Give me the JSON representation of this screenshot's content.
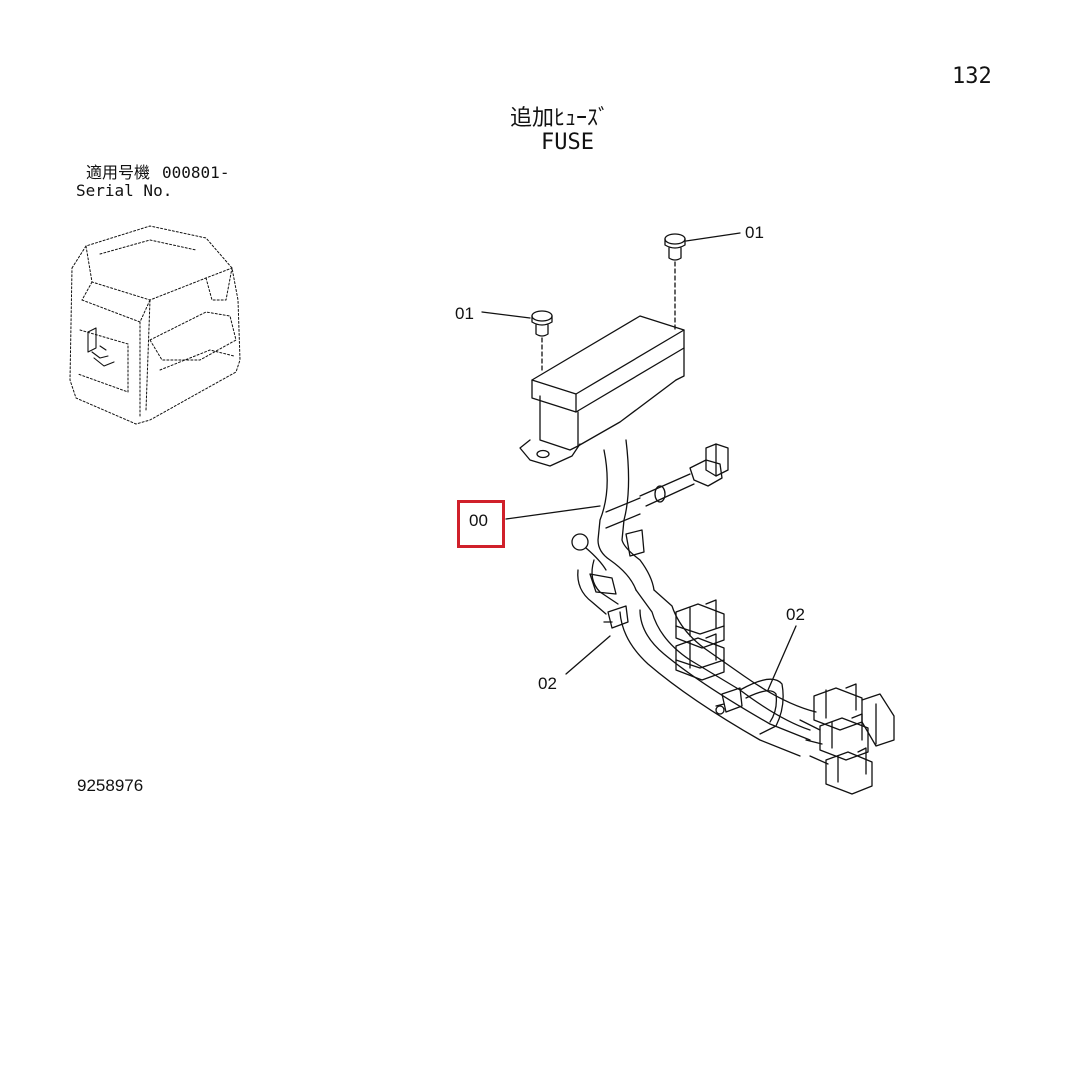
{
  "page": {
    "number": "132",
    "title_ja": "追加ﾋｭｰｽﾞ",
    "title_en": "FUSE",
    "serial_label_ja": "適用号機",
    "serial_value": "000801-",
    "serial_label_en": "Serial No.",
    "drawing_number": "9258976"
  },
  "callouts": [
    {
      "id": "screw-upper",
      "label": "01"
    },
    {
      "id": "screw-lower",
      "label": "01"
    },
    {
      "id": "harness",
      "label": "00",
      "highlighted": true
    },
    {
      "id": "clamp-right",
      "label": "02"
    },
    {
      "id": "clamp-left",
      "label": "02"
    }
  ],
  "colors": {
    "line": "#111111",
    "highlight": "#d0202a",
    "background": "#ffffff"
  }
}
